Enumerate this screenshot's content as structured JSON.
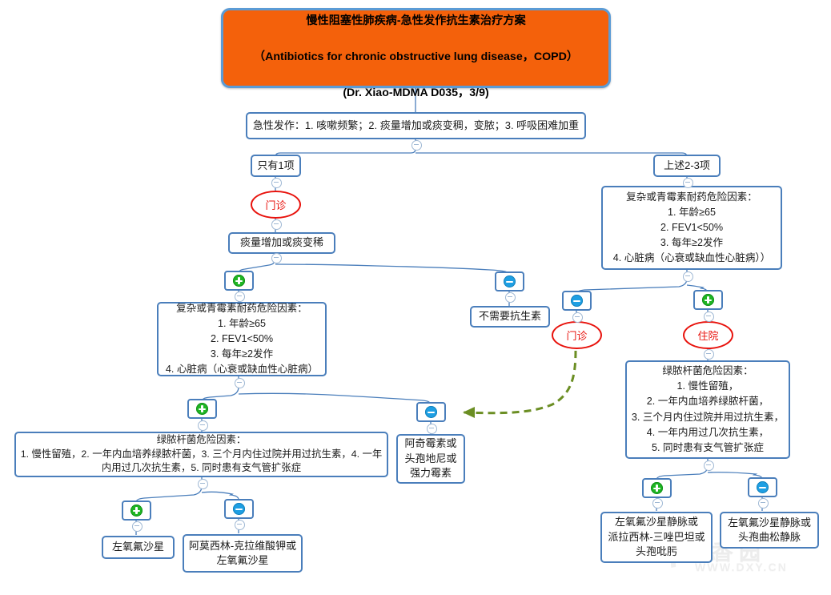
{
  "meta": {
    "doc_type": "clinical-decision-flowchart",
    "watermark_logo": "丁香园",
    "watermark_url": "WWW.DXY.CN"
  },
  "colors": {
    "title_fill": "#f4610b",
    "box_border": "#4a7ebb",
    "ellipse_stroke": "#e8120c",
    "plus_green": "#1fb523",
    "minus_blue": "#1e9fe3",
    "dashed_arrow": "#6b8e23"
  },
  "title": {
    "line1": "慢性阻塞性肺疾病-急性发作抗生素治疗方案",
    "line2": "（Antibiotics for chronic obstructive lung disease，COPD）",
    "line3": "(Dr. Xiao-MDMA D035，3/9)"
  },
  "nodes": {
    "criteria": "急性发作：1. 咳嗽频繁；2. 痰量增加或痰变稠，变脓；3. 呼吸困难加重",
    "branch_one": "只有1项",
    "branch_two_three": "上述2-3项",
    "outpatient_left": "门诊",
    "sputum": "痰量增加或痰变稀",
    "risk_left": "复杂或青霉素耐药危险因素：\n1. 年龄≥65\n2. FEV1<50%\n3. 每年≥2发作\n4. 心脏病（心衰或缺血性心脏病）",
    "risk_right": "复杂或青霉素耐药危险因素：\n1. 年龄≥65\n2. FEV1<50%\n3. 每年≥2发作\n4. 心脏病（心衰或缺血性心脏病））",
    "no_antibiotics": "不需要抗生素",
    "outpatient_right": "门诊",
    "inpatient": "住院",
    "pseudomonas_left": "绿脓杆菌危险因素：\n1. 慢性留殖，2. 一年内血培养绿脓杆菌，3. 三个月内住过院并用过抗生素，4. 一年内用过几次抗生素，5. 同时患有支气管扩张症",
    "pseudomonas_right": "绿脓杆菌危险因素：\n1. 慢性留殖，\n2. 一年内血培养绿脓杆菌，\n3. 三个月内住过院并用过抗生素，\n4. 一年内用过几次抗生素，\n5. 同时患有支气管扩张症",
    "drug_azithro": "阿奇霉素或\n头孢地尼或\n强力霉素",
    "drug_levo": "左氧氟沙星",
    "drug_amox": "阿莫西林-克拉维酸钾或\n左氧氟沙星",
    "drug_iv_pip": "左氧氟沙星静脉或\n派拉西林-三唑巴坦或\n头孢吡肟",
    "drug_iv_ceft": "左氧氟沙星静脉或\n头孢曲松静脉"
  },
  "badges": {
    "sputum_plus": "plus",
    "sputum_minus": "minus",
    "riskright_minus": "minus",
    "riskright_plus": "plus",
    "riskleft_plus": "plus",
    "riskleft_minus": "minus",
    "pseudo_left_plus": "plus",
    "pseudo_left_minus": "minus",
    "pseudo_right_plus": "plus",
    "pseudo_right_minus": "minus"
  }
}
